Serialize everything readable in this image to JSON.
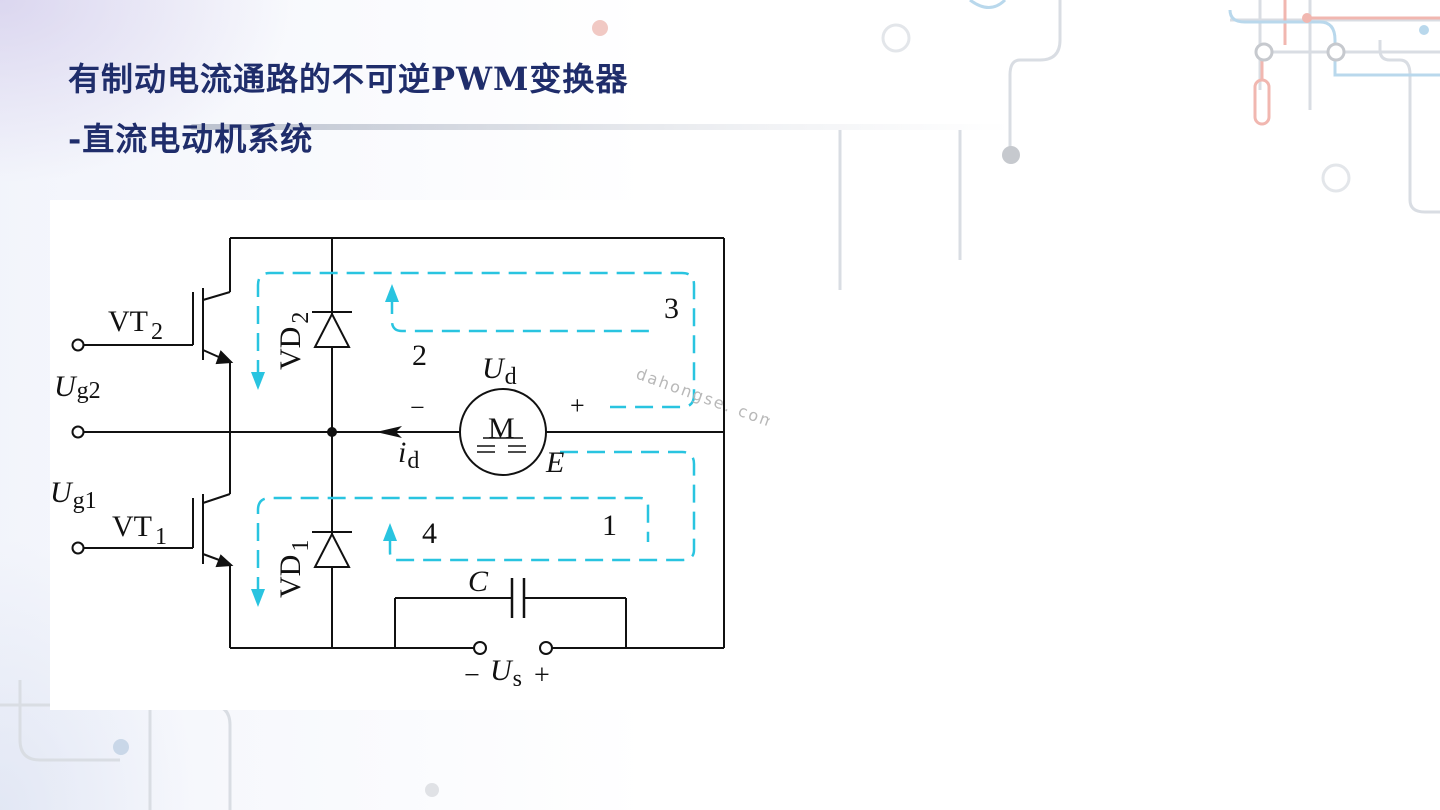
{
  "slide": {
    "title_line1": "有制动电流通路的不可逆PWM变换器",
    "title_line2": "-直流电动机系统"
  },
  "diagram": {
    "labels": {
      "vt2": "VT",
      "vt2_sub": "2",
      "vt1": "VT",
      "vt1_sub": "1",
      "vd2": "VD",
      "vd2_sub": "2",
      "vd1": "VD",
      "vd1_sub": "1",
      "ug2": "U",
      "ug2_sub": "g2",
      "ug1": "U",
      "ug1_sub": "g1",
      "ud": "U",
      "ud_sub": "d",
      "id": "i",
      "id_sub": "d",
      "motor": "M",
      "emf": "E",
      "minus_motor": "−",
      "plus_motor": "+",
      "capacitor": "C",
      "us_minus": "−",
      "us": "U",
      "us_sub": "s",
      "us_plus": "+",
      "path_1": "1",
      "path_2": "2",
      "path_3": "3",
      "path_4": "4"
    },
    "watermark": "dahongse. com",
    "path_color": "#29c4e0"
  }
}
